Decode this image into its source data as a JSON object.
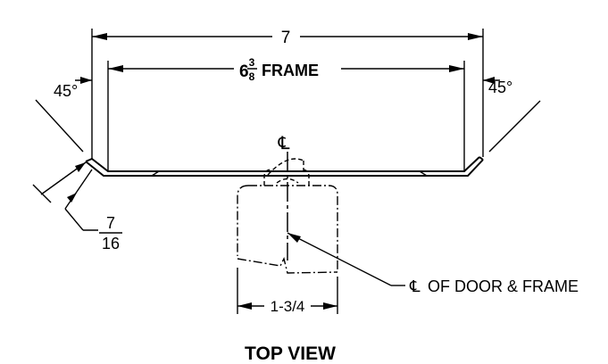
{
  "drawing": {
    "overall_width": "7",
    "frame_whole": "6",
    "frame_num": "3",
    "frame_den": "8",
    "frame_suffix": "FRAME",
    "angle_left": "45°",
    "angle_right": "45°",
    "return_num": "7",
    "return_den": "16",
    "centerline_symbol": "℄",
    "centerline_callout": "OF DOOR & FRAME",
    "door_thickness": "1-3/4",
    "view_title": "TOP VIEW"
  }
}
